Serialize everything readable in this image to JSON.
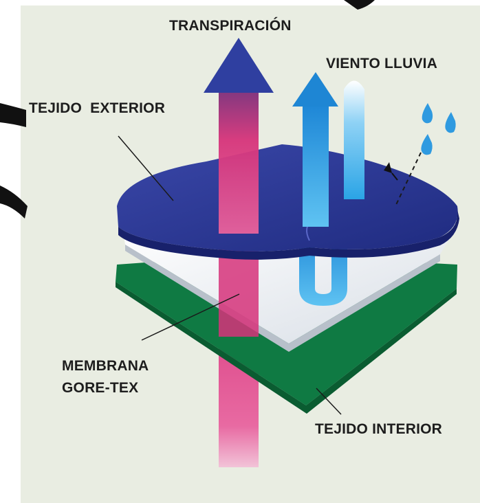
{
  "labels": {
    "transpiration": "TRANSPIRACIÓN",
    "wind_rain": "VIENTO LLUVIA",
    "outer_fabric": "TEJIDO  EXTERIOR",
    "membrane_line1": "MEMBRANA",
    "membrane_line2": "GORE-TEX",
    "inner_fabric": "TEJIDO INTERIOR"
  },
  "colors": {
    "background": "#e9ede2",
    "outer_fabric": "#26318a",
    "membrane": "#eef1f4",
    "inner_fabric": "#0f7a43",
    "transpiration_arrow": "#d6337a",
    "wind_arrow": "#2aa4e6",
    "rain_drops": "#2f9ae0"
  },
  "icons": [
    "transpiration-arrow",
    "wind-arrow",
    "rain-drop-icon"
  ]
}
